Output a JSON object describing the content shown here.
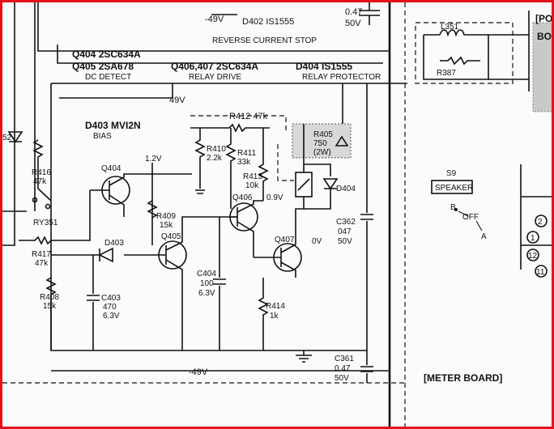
{
  "labels": {
    "top_minus49v": "-49V",
    "d402": "D402 IS1555",
    "c_top_value": "0.47",
    "c_top_volt": "50V",
    "reverse_current_stop": "REVERSE CURRENT STOP",
    "q404_part": "Q404 2SC634A",
    "q405_part": "Q405 2SA678",
    "dc_detect": "DC DETECT",
    "q406_407_part": "Q406,407 2SC634A",
    "relay_drive": "RELAY DRIVE",
    "d404_part": "D404 IS1555",
    "relay_protector": "RELAY PROTECTOR",
    "rail_49v": "49V",
    "d403_part": "D403 MVI2N",
    "bias": "BIAS",
    "r412": "R412 47k",
    "r410": "R410",
    "r410_val": "2.2k",
    "r411": "R411",
    "r411_val": "33k",
    "r413": "R413",
    "r413_val": "10k",
    "r405": "R405",
    "r405_val": "750",
    "r405_w": "(2W)",
    "v12": "1.2V",
    "q404": "Q404",
    "r416": "R416",
    "r416_val": "47k",
    "ry351": "RY351",
    "r409": "R409",
    "r409_val": "15k",
    "q405": "Q405",
    "d403": "D403",
    "q406": "Q406",
    "v09": "0.9V",
    "d404": "D404",
    "q407": "Q407",
    "v0": "0V",
    "c362": "C362",
    "c362_val": "047",
    "c362_volt": "50V",
    "r417": "R417",
    "r417_val": "47k",
    "c404": "C404",
    "c404_val": "100",
    "c404_volt": "6.3V",
    "r408": "R408",
    "r408_val": "15k",
    "c403": "C403",
    "c403_val": "470",
    "c403_volt": "6.3V",
    "r414": "R414",
    "r414_val": "1k",
    "c361": "C361",
    "c361_val": "0.47",
    "c361_volt": "50V",
    "bottom_minus49v": "-49V",
    "l351": "L351",
    "r387": "R387",
    "s9": "S9",
    "speaker": "SPEAKER",
    "b_off": "B",
    "off": "OFF",
    "a": "A",
    "meter_board": "[METER BOARD]",
    "po": "[PO",
    "bo": "BO",
    "d352": "52",
    "pin2": "2",
    "pin1": "1",
    "pin12": "12",
    "pin11": "11"
  }
}
